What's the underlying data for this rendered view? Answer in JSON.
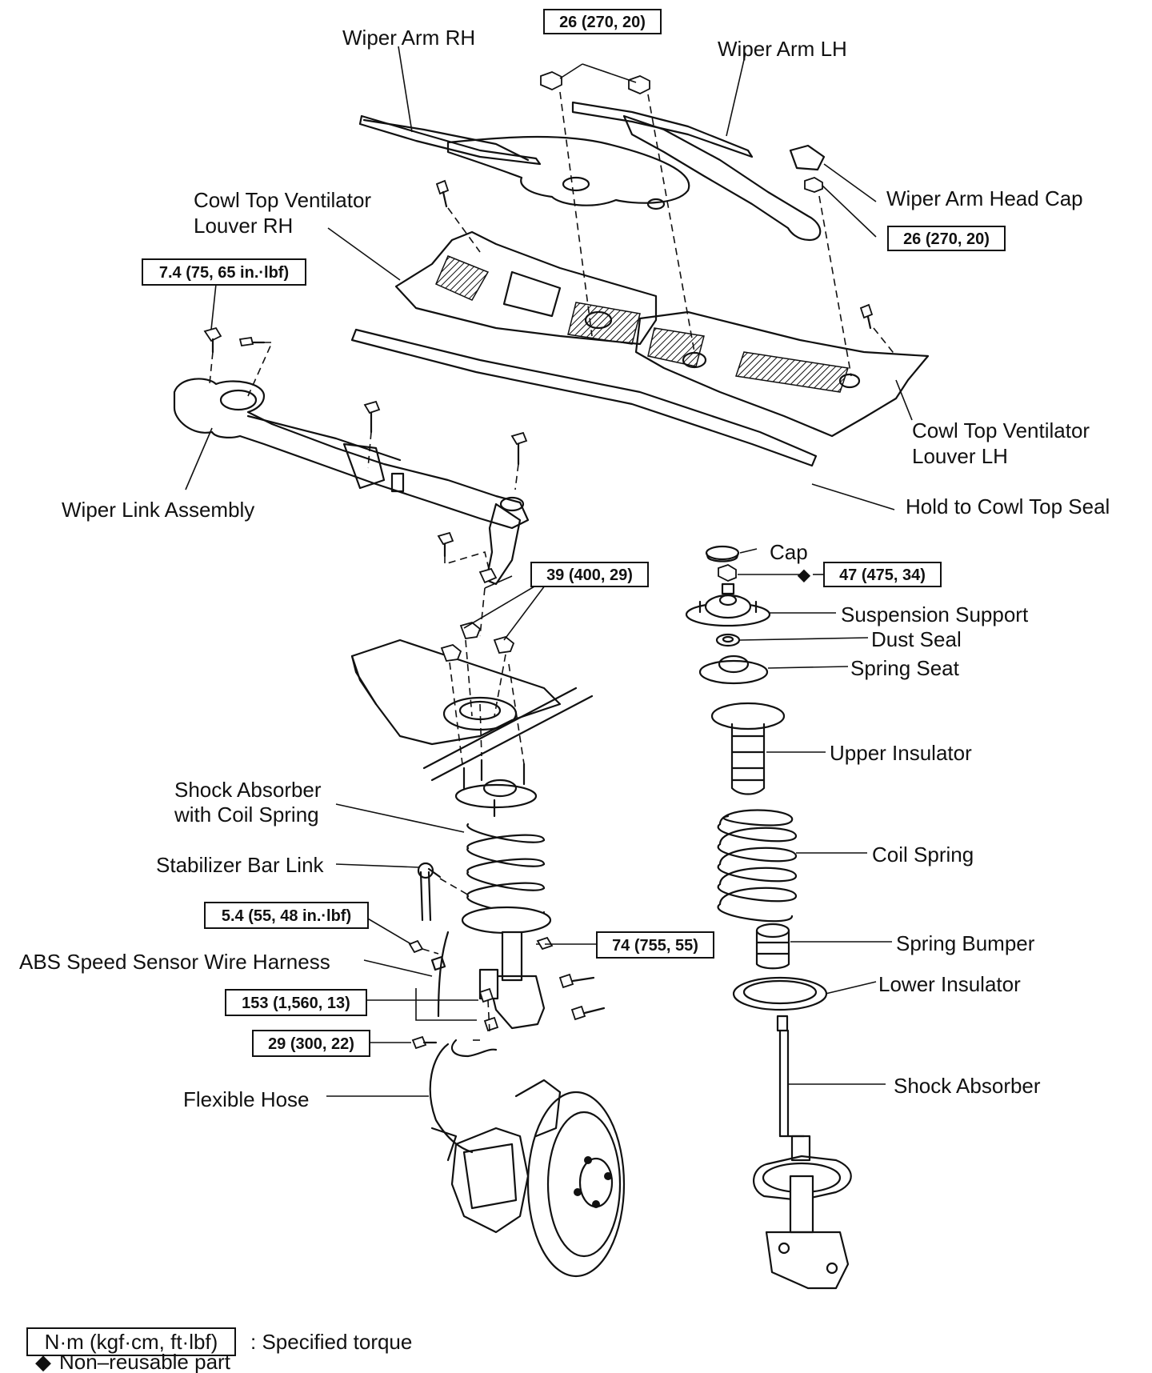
{
  "labels": {
    "wiper_arm_rh": "Wiper Arm RH",
    "wiper_arm_lh": "Wiper Arm LH",
    "wiper_arm_head_cap": "Wiper Arm Head Cap",
    "cowl_rh_line1": "Cowl Top Ventilator",
    "cowl_rh_line2": "Louver RH",
    "cowl_lh_line1": "Cowl Top Ventilator",
    "cowl_lh_line2": "Louver LH",
    "wiper_link_assembly": "Wiper Link Assembly",
    "hold_to_cowl_top_seal": "Hold to Cowl Top Seal",
    "cap": "Cap",
    "suspension_support": "Suspension Support",
    "dust_seal": "Dust Seal",
    "spring_seat": "Spring Seat",
    "upper_insulator": "Upper Insulator",
    "coil_spring": "Coil Spring",
    "spring_bumper": "Spring Bumper",
    "lower_insulator": "Lower Insulator",
    "shock_absorber": "Shock Absorber",
    "shock_coil_line1": "Shock Absorber",
    "shock_coil_line2": "with Coil Spring",
    "stabilizer_bar_link": "Stabilizer Bar Link",
    "abs_harness": "ABS Speed Sensor Wire Harness",
    "flexible_hose": "Flexible Hose"
  },
  "torques": {
    "wiper_arm_rh_nut": "26 (270, 20)",
    "wiper_arm_lh_nut": "26 (270, 20)",
    "wiper_link_bolt": "7.4 (75, 65 in.·lbf)",
    "support_nuts": "39 (400, 29)",
    "support_center_nut": "47 (475, 34)",
    "stabilizer_link_nut": "74 (755, 55)",
    "harness_bolt": "5.4 (55, 48 in.·lbf)",
    "knuckle_bolts": "153 (1,560, 13)",
    "hose_bolt": "29 (300, 22)"
  },
  "legend": {
    "box_text": "N·m (kgf·cm, ft·lbf)",
    "box_desc": ": Specified torque",
    "nonreusable_symbol": "◆",
    "nonreusable_text": "Non–reusable part"
  }
}
